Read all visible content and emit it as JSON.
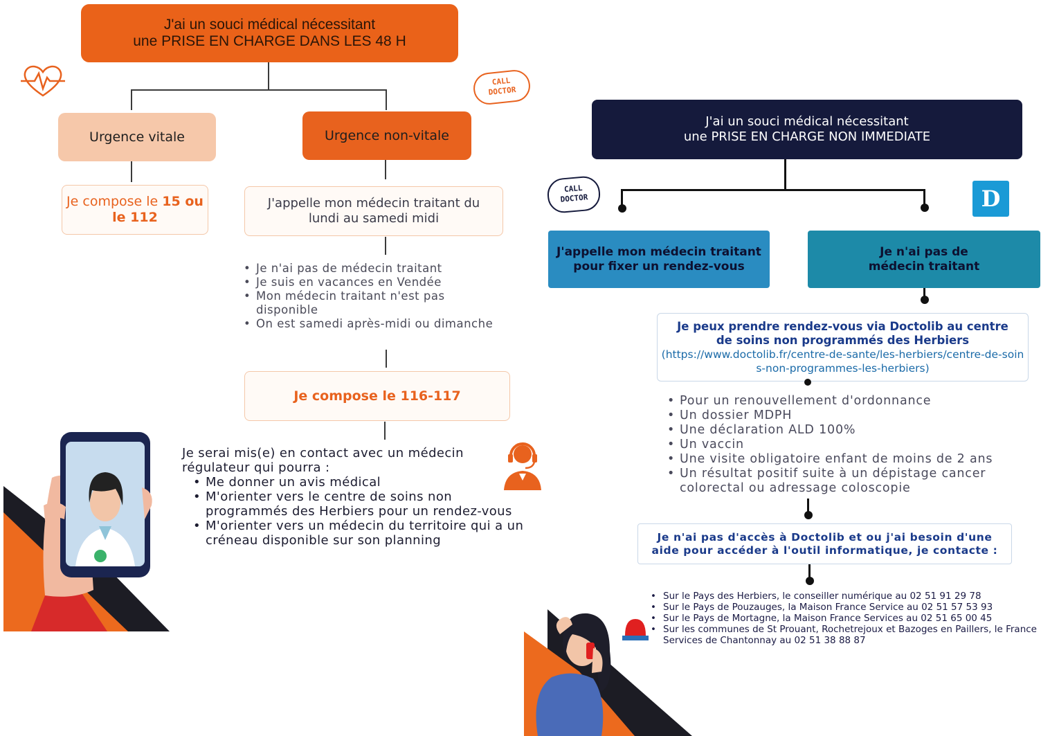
{
  "left": {
    "top_box": {
      "line1": "J'ai un souci médical nécessitant",
      "line2": "une PRISE EN CHARGE DANS LES 48 H"
    },
    "vital": {
      "label": "Urgence vitale",
      "action_prefix": "Je compose le ",
      "action_num1": "15",
      "action_mid": " ou",
      "action_num2": "le 112"
    },
    "nonvital": {
      "label": "Urgence non-vitale",
      "call": "J'appelle mon médecin traitant du lundi au samedi midi",
      "conditions": [
        "Je n'ai pas de médecin traitant",
        "Je suis en vacances en Vendée",
        "Mon médecin traitant n'est pas disponible",
        "On est samedi après-midi ou dimanche"
      ],
      "compose": "Je compose le 116-117",
      "result_intro": "Je serai mis(e) en contact avec un médecin régulateur qui pourra :",
      "result_items": [
        "Me donner un avis médical",
        "M'orienter vers le centre de soins non programmés des Herbiers pour un rendez-vous",
        "M'orienter vers un médecin du territoire qui a un créneau disponible sur son planning"
      ]
    },
    "badge_text": [
      "CALL",
      "DOCTOR"
    ]
  },
  "right": {
    "top_box": {
      "line1": "J'ai un souci médical nécessitant",
      "line2": "une PRISE EN CHARGE NON IMMEDIATE"
    },
    "badge_text": [
      "CALL",
      "DOCTOR"
    ],
    "doctolib_logo": "D",
    "branch_left": "J'appelle mon médecin traitant pour fixer un rendez-vous",
    "branch_right": "Je n'ai pas de médecin traitant",
    "doctolib_box": {
      "text": "Je peux prendre rendez-vous via Doctolib au centre de soins non programmés des Herbiers",
      "url": "(https://www.doctolib.fr/centre-de-sante/les-herbiers/centre-de-soins-non-programmes-les-herbiers)"
    },
    "reasons": [
      "Pour un renouvellement d'ordonnance",
      "Un dossier MDPH",
      "Une déclaration ALD 100%",
      "Un vaccin",
      "Une visite obligatoire enfant de moins de 2 ans",
      "Un résultat positif suite à un dépistage cancer colorectal ou adressage coloscopie"
    ],
    "help_box": "Je n'ai pas d'accès à Doctolib et ou j'ai besoin d'une aide pour accéder à l'outil informatique, je contacte :",
    "contacts": [
      "Sur le Pays des Herbiers, le conseiller numérique au 02 51 91 29 78",
      "Sur le Pays de Pouzauges, la Maison France Service au 02 51 57 53 93",
      "Sur le Pays de Mortagne, la Maison France Services au 02 51 65 00 45",
      "Sur les communes de St Prouant, Rochetrejoux et Bazoges en Paillers, le France Services de Chantonnay au 02 51 38 88 87"
    ]
  },
  "colors": {
    "orange": "#e8621e",
    "orange_light": "#f6c9ad",
    "navy": "#151a3c",
    "blue": "#2a8cc1",
    "teal": "#1d8aa8",
    "doctolib": "#1a9ad6",
    "text_dark": "#2a2a3a",
    "text_blue": "#1a3a8a",
    "text_grey": "#555566"
  }
}
